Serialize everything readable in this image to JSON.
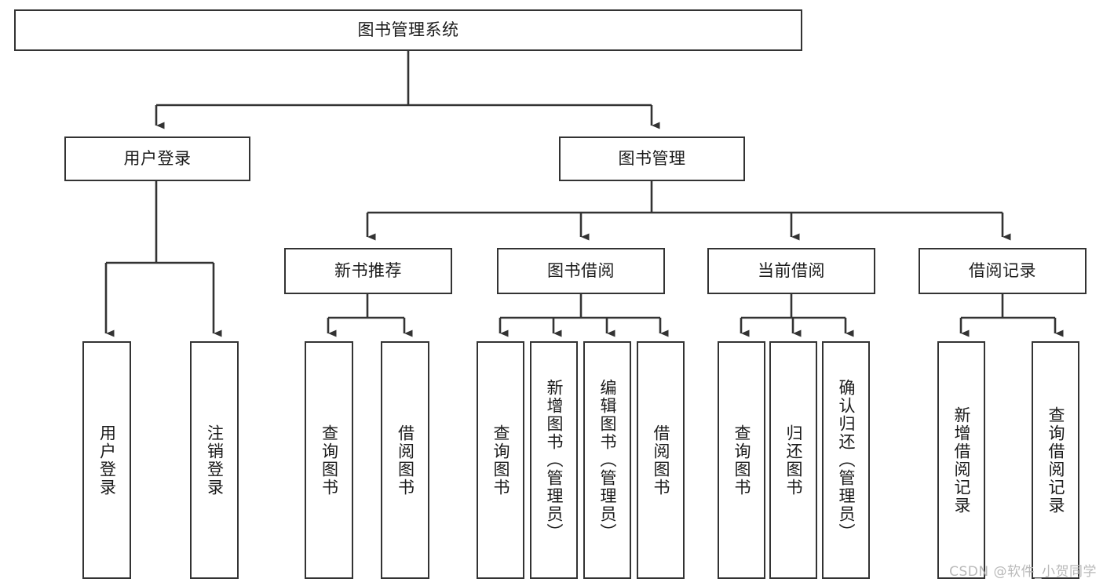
{
  "diagram": {
    "type": "tree-hierarchy",
    "title_node": {
      "id": "root",
      "label": "图书管理系统"
    },
    "level1": [
      {
        "id": "user-login",
        "label": "用户登录"
      },
      {
        "id": "book-management",
        "label": "图书管理"
      }
    ],
    "level2": [
      {
        "id": "new-book-recommend",
        "label": "新书推荐",
        "parent": "book-management"
      },
      {
        "id": "book-borrow",
        "label": "图书借阅",
        "parent": "book-management"
      },
      {
        "id": "current-borrow",
        "label": "当前借阅",
        "parent": "book-management"
      },
      {
        "id": "borrow-record",
        "label": "借阅记录",
        "parent": "book-management"
      }
    ],
    "leaves": {
      "user_login": [
        {
          "id": "leaf-user-login",
          "label": "用户登录"
        },
        {
          "id": "leaf-user-logout",
          "label": "注销登录"
        }
      ],
      "new_book_recommend": [
        {
          "id": "leaf-query-book-1",
          "label": "查询图书"
        },
        {
          "id": "leaf-borrow-book-1",
          "label": "借阅图书"
        }
      ],
      "book_borrow": [
        {
          "id": "leaf-query-book-2",
          "label": "查询图书"
        },
        {
          "id": "leaf-add-book",
          "label": "新增图书（管理员）"
        },
        {
          "id": "leaf-edit-book",
          "label": "编辑图书（管理员）"
        },
        {
          "id": "leaf-borrow-book-2",
          "label": "借阅图书"
        }
      ],
      "current_borrow": [
        {
          "id": "leaf-query-book-3",
          "label": "查询图书"
        },
        {
          "id": "leaf-return-book",
          "label": "归还图书"
        },
        {
          "id": "leaf-confirm-return",
          "label": "确认归还（管理员）"
        }
      ],
      "borrow_record": [
        {
          "id": "leaf-add-record",
          "label": "新增借阅记录"
        },
        {
          "id": "leaf-query-record",
          "label": "查询借阅记录"
        }
      ]
    },
    "colors": {
      "line": "#333333",
      "box_border": "#333333",
      "box_fill": "#ffffff",
      "text": "#1a1a1a",
      "background": "#ffffff",
      "watermark": "#b9b9b9"
    }
  },
  "watermark": {
    "text": "CSDN @软件_小贺同学"
  }
}
